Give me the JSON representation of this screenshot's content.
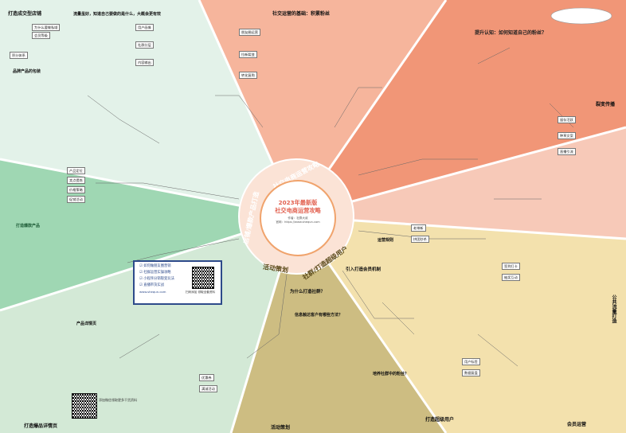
{
  "center": {
    "title_line1": "2023年最新版",
    "title_line2": "社交电商运营攻略",
    "author": "作者：社群大叔",
    "website": "官网：https://www.shequn.com"
  },
  "sectors": {
    "social_basics": "社交电商运营攻略",
    "brand": "店铺/爆款产品打造",
    "member": "会员运营",
    "traffic": "活动策划",
    "community": "社群/打造超级用户",
    "operations": "公共流量打造"
  },
  "topics": {
    "tl": "打造成交型店铺",
    "tc": "流量虽好，知道自己要做的是什么，大概会更有效",
    "top": "社交运营的基础：积累粉丝",
    "tr": "提升认知：如何知道自己的粉丝？",
    "r1": "裂变传播",
    "r2": "运营规则",
    "r3": "公共流量打造",
    "br": "会员运营",
    "bc": "打造超级用户",
    "b": "活动策划",
    "bl": "打造爆品详情页",
    "l1": "品牌产品的包装",
    "l2": "打造爆款产品",
    "l3": "产品详情页",
    "m1": "引入打造会员机制",
    "m2": "为什么打造社群？",
    "m3": "培养社群中的粉丝？",
    "m4": "信息触达客户有哪些方法？"
  },
  "ad": {
    "items": [
      "如何做朋友圈营销",
      "社群运营实操攻略",
      "小程序分销裂变玩法",
      "直播带货实战"
    ],
    "caption": "扫码添加 领取全套资料",
    "footer": "www.shequn.com"
  },
  "bl_note": "添加微信领取更多干货资料",
  "colors": {
    "top": "#f2a98c",
    "tr": "#ef8b6d",
    "right": "#f7c5b3",
    "br": "#f3dfa9",
    "bottom": "#c8b97c",
    "bl": "#c9e3cf",
    "left": "#8fcfa8",
    "tl": "#dff0e6",
    "accent": "#e2604f",
    "blue": "#2d4a8a",
    "green": "#3b8e5a"
  },
  "small_text": [
    "为什么要做私域",
    "会员等级",
    "积分体系",
    "用户画像",
    "社群分层",
    "内容输出",
    "朋友圈运营",
    "拉新裂变",
    "转化复购",
    "留存活跃",
    "种草文案",
    "直播引流",
    "产品定位",
    "卖点提炼",
    "价格策略",
    "促销活动",
    "老带新",
    "拼团秒杀",
    "用户标签",
    "数据复盘",
    "优惠券",
    "满减活动",
    "签到打卡",
    "抽奖互动"
  ]
}
